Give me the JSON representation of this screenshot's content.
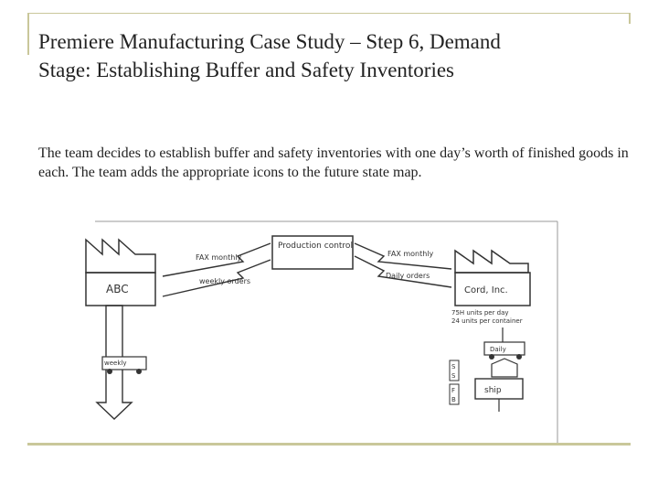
{
  "slide": {
    "title_line1": "Premiere Manufacturing Case Study – Step 6, Demand",
    "title_line2": "Stage:  Establishing Buffer and Safety Inventories",
    "body": "The team decides to establish buffer and safety inventories with one day’s worth of finished goods in each.  The team adds the appropriate icons to the future state map."
  },
  "sketch": {
    "production_control": "Production control",
    "customer": "ABC",
    "supplier": "Cord, Inc.",
    "fax_monthly_left": "FAX monthly",
    "weekly_orders": "weekly orders",
    "fax_monthly_right": "FAX monthly",
    "daily_orders": "Daily orders",
    "supplier_note_1": "75H units per day",
    "supplier_note_2": "24 units per container",
    "truck_daily": "Daily",
    "truck_weekly": "weekly",
    "buffer_letters": [
      "S",
      "S",
      "F",
      "B"
    ],
    "ship": "ship"
  },
  "colors": {
    "accent": "#c9c79a",
    "text": "#222222",
    "sketch_ink": "#333333"
  }
}
